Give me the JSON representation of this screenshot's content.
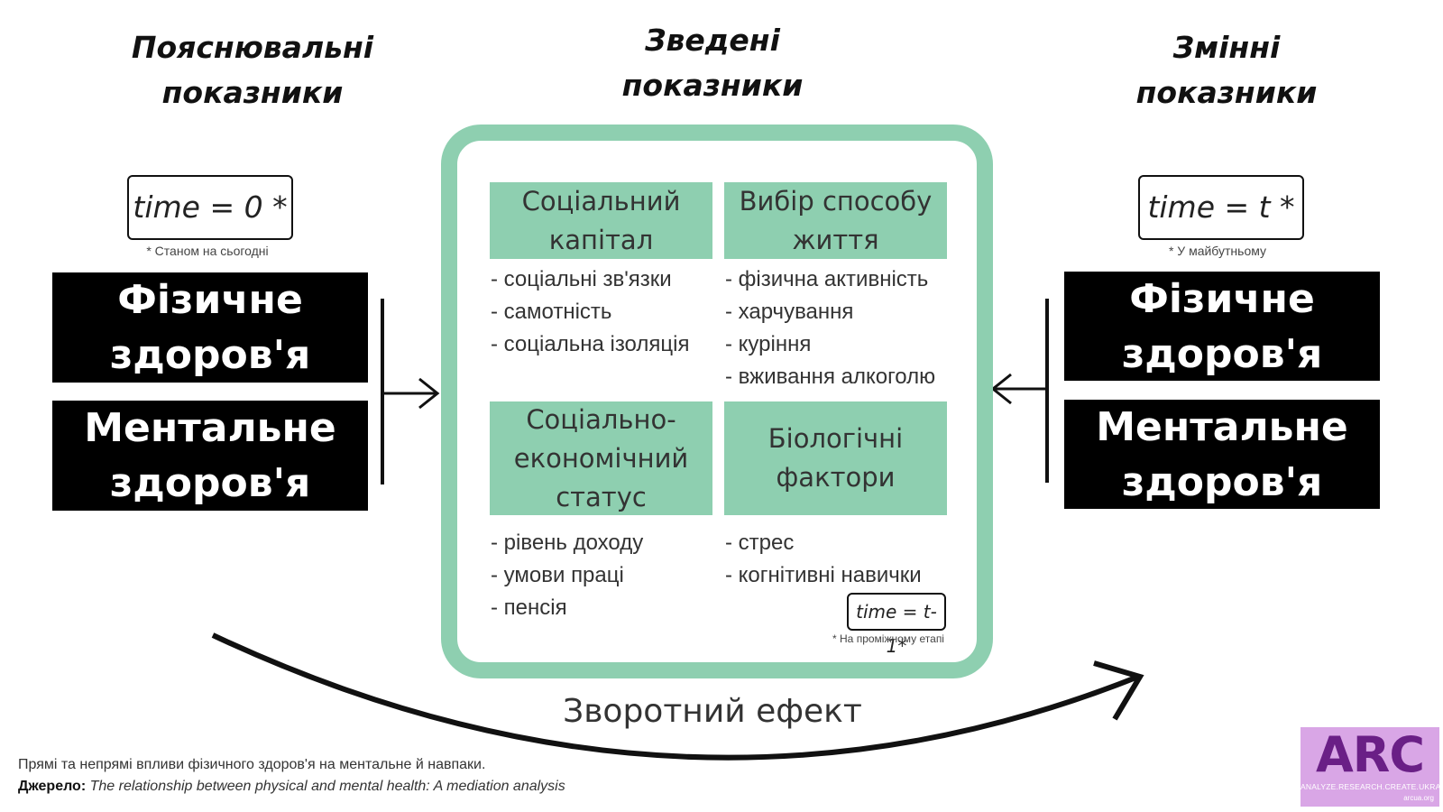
{
  "titles": {
    "left": "Пояснювальні\nпоказники",
    "middle": "Зведені\nпоказники",
    "right": "Змінні\nпоказники"
  },
  "time_left": {
    "label": "time = 0 *",
    "note": "* Станом на сьогодні"
  },
  "time_right": {
    "label": "time = t *",
    "note": "* У майбутньому"
  },
  "time_mid": {
    "label": "time = t-1*",
    "note": "* На проміжному етапі"
  },
  "left_boxes": {
    "physical": "Фізичне\nздоров'я",
    "mental": "Ментальне\nздоров'я"
  },
  "right_boxes": {
    "physical": "Фізичне\nздоров'я",
    "mental": "Ментальне\nздоров'я"
  },
  "categories": {
    "social": {
      "title": "Соціальний\nкапітал",
      "items": [
        "- соціальні зв'язки",
        "- самотність",
        "- соціальна ізоляція"
      ]
    },
    "lifestyle": {
      "title": "Вибір способу\nжиття",
      "items": [
        "- фізична активність",
        "- харчування",
        "- куріння",
        "- вживання алкоголю"
      ]
    },
    "ses": {
      "title": "Соціально-\nекономічний\nстатус",
      "items": [
        "- рівень доходу",
        "- умови праці",
        "- пенсія"
      ]
    },
    "bio": {
      "title": "Біологічні\nфактори",
      "items": [
        "- стрес",
        "- когнітивні навички"
      ]
    }
  },
  "reverse_effect": "Зворотний ефект",
  "caption": {
    "line1": "Прямі та непрямі впливи фізичного здоров'я на ментальне й навпаки.",
    "source_label": "Джерело:",
    "source_text": "The relationship between physical and mental health: A mediation analysis"
  },
  "logo": {
    "letters": "ARC",
    "tagline": "ANALYZE.RESEARCH.CREATE.UKRAINE",
    "url": "arcua.org"
  },
  "colors": {
    "accent_green": "#8ecfb0",
    "box_black": "#000000",
    "logo_bg": "#d9a6e6",
    "logo_text": "#6a1f86"
  }
}
